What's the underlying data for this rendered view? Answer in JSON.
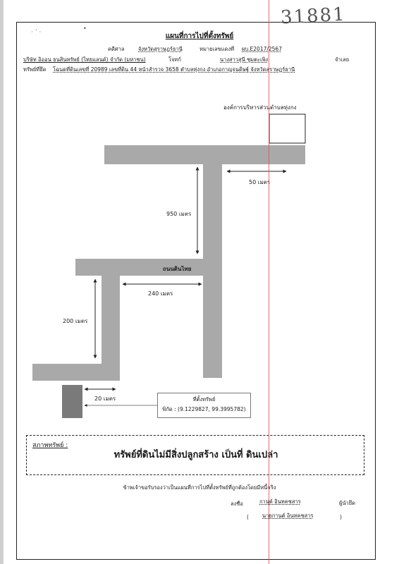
{
  "header": {
    "handwritten_number": "31881",
    "title": "แผนที่การไปที่ตั้งทรัพย์"
  },
  "form": {
    "court_label": "คดีศาล",
    "court_value": "จังหวัดสุราษฎร์ธานี",
    "case_no_label": "หมายเลขแดงที่",
    "case_no_value": "ผบ.E2017/2567",
    "plaintiff_value": "บริษัท อิออน ธนสินทรัพย์ (ไทยแลนด์) จำกัด (มหาชน)",
    "plaintiff_label": "โจทก์",
    "defendant_value": "นางสาวสุนี ชุมตะเพิง",
    "defendant_label": "จำเลย",
    "property_label": "ทรัพย์ที่ยึด",
    "property_value": "โฉนดที่ดินเลขที่ 20989 เลขที่ดิน 44 หน้าสำรวจ 3658 ตำบลทุ่งกง อำเภอกาญจนดิษฐ์ จังหวัดสุราษฎร์ธานี"
  },
  "map": {
    "landmark_label": "องค์การบริหารส่วนตำบลทุ่งกง",
    "road_label": "ถนนดินไทย",
    "dist_50": "50 เมตร",
    "dist_950": "950 เมตร",
    "dist_240": "240 เมตร",
    "dist_200": "200 เมตร",
    "dist_20": "20 เมตร",
    "location_title": "ที่ตั้งทรัพย์",
    "coordinates": "พิกัด : (9.1229827, 99.3995782)"
  },
  "condition": {
    "label": "สภาพทรัพย์ :",
    "text": "ทรัพย์ที่ดินไม่มีสิ่งปลูกสร้าง เป็นที่     ดินเปล่า"
  },
  "footer": {
    "certify_text": "ข้าพเจ้าขอรับรองว่าเป็นแผนที่การไปที่ตั้งทรัพย์ที่ถูกต้องโดยมีหนี้จริง",
    "sign_label": "ลงชื่อ",
    "signer_name": "กานต์ อินทคชสาร",
    "role_label": "ผู้นำยึด",
    "printed_name": "นายกานต์ อินทคชสาร",
    "paren_open": "(",
    "paren_close": ")"
  },
  "colors": {
    "road": "#a9a9a9",
    "property": "#7a7a7a",
    "margin_line": "#e0525a"
  }
}
